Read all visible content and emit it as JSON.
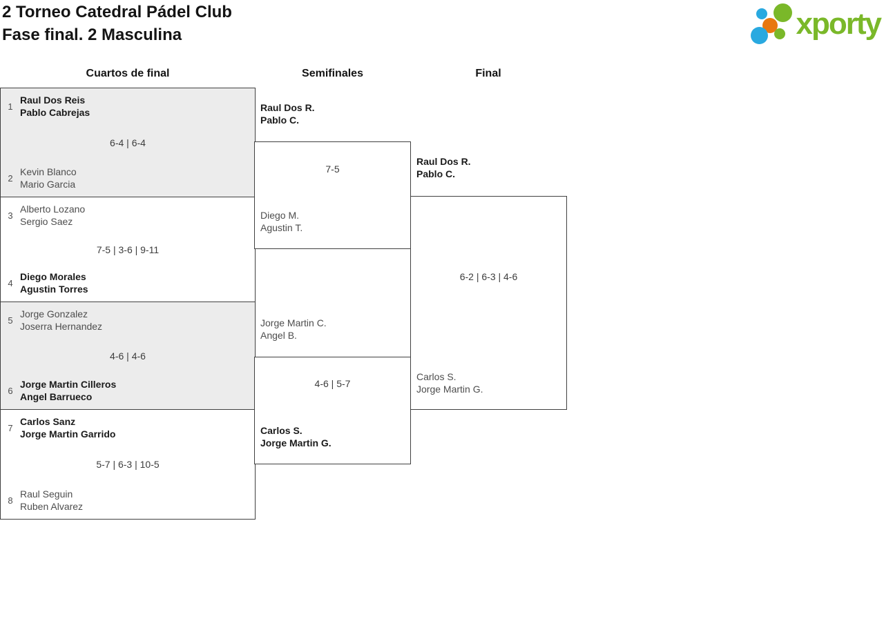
{
  "header": {
    "title_line1": "2 Torneo Catedral Pádel Club",
    "title_line2": "Fase final. 2 Masculina",
    "logo": {
      "wordmark": "xporty"
    }
  },
  "colors": {
    "brand_green": "#7ab829",
    "brand_blue": "#29a9e0",
    "brand_orange": "#e8780f",
    "winner_text": "#1a1a1a",
    "loser_text": "#4d4d4d",
    "score_text": "#3c3c3c",
    "box_border": "#3f3f3f",
    "shaded_match_fill": "#ececec"
  },
  "bracket": {
    "round_labels": [
      "Cuartos de final",
      "Semifinales",
      "Final"
    ],
    "quarterfinals": [
      {
        "seed_top": "1",
        "team_top": [
          "Raul Dos Reis",
          "Pablo Cabrejas"
        ],
        "top_winner": true,
        "score": "6-4 | 6-4",
        "seed_bottom": "2",
        "team_bottom": [
          "Kevin Blanco",
          "Mario Garcia"
        ],
        "bottom_winner": false
      },
      {
        "seed_top": "3",
        "team_top": [
          "Alberto Lozano",
          "Sergio Saez"
        ],
        "top_winner": false,
        "score": "7-5 | 3-6 | 9-11",
        "seed_bottom": "4",
        "team_bottom": [
          "Diego Morales",
          "Agustin Torres"
        ],
        "bottom_winner": true
      },
      {
        "seed_top": "5",
        "team_top": [
          "Jorge Gonzalez",
          "Joserra Hernandez"
        ],
        "top_winner": false,
        "score": "4-6 | 4-6",
        "seed_bottom": "6",
        "team_bottom": [
          "Jorge Martin Cilleros",
          "Angel Barrueco"
        ],
        "bottom_winner": true
      },
      {
        "seed_top": "7",
        "team_top": [
          "Carlos Sanz",
          "Jorge Martin Garrido"
        ],
        "top_winner": true,
        "score": "5-7 | 6-3 | 10-5",
        "seed_bottom": "8",
        "team_bottom": [
          "Raul Seguin",
          "Ruben Alvarez"
        ],
        "bottom_winner": false
      }
    ],
    "semifinals": [
      {
        "team_top": [
          "Raul Dos R.",
          "Pablo C."
        ],
        "top_winner": true,
        "score": "7-5",
        "team_bottom": [
          "Diego M.",
          "Agustin T."
        ],
        "bottom_winner": false
      },
      {
        "team_top": [
          "Jorge Martin C.",
          "Angel B."
        ],
        "top_winner": false,
        "score": "4-6 | 5-7",
        "team_bottom": [
          "Carlos S.",
          "Jorge Martin G."
        ],
        "bottom_winner": true
      }
    ],
    "final": {
      "team_top": [
        "Raul Dos R.",
        "Pablo C."
      ],
      "top_winner": true,
      "score": "6-2 | 6-3 | 4-6",
      "team_bottom": [
        "Carlos S.",
        "Jorge Martin G."
      ],
      "bottom_winner": false
    }
  }
}
